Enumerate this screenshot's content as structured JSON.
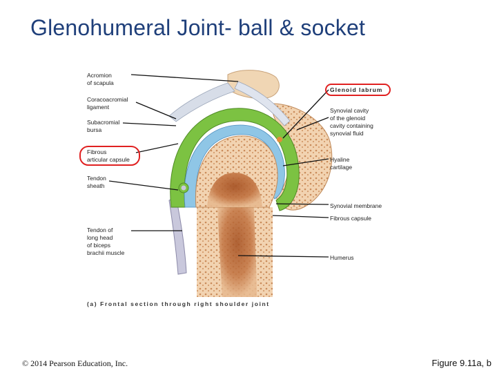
{
  "title": "Glenohumeral Joint- ball & socket",
  "labels": {
    "acromion": "Acromion\nof scapula",
    "coracoacromial": "Coracoacromial\nligament",
    "subacromial": "Subacromial\nbursa",
    "fibrous_articular": "Fibrous\narticular capsule",
    "tendon_sheath": "Tendon\nsheath",
    "tendon_biceps": "Tendon of\nlong head\nof biceps\nbrachii muscle",
    "glenoid_labrum": "Glenoid labrum",
    "synovial_cavity": "Synovial cavity\nof the glenoid\ncavity containing\nsynovial fluid",
    "hyaline": "Hyaline\ncartilage",
    "synovial_membrane": "Synovial membrane",
    "fibrous_capsule": "Fibrous capsule",
    "humerus": "Humerus"
  },
  "caption": "(a) Frontal section through right shoulder joint",
  "copyright": "© 2014 Pearson Education, Inc.",
  "figure_ref": "Figure 9.11a, b",
  "colors": {
    "title": "#1f3f7a",
    "highlight_ring": "#e02020",
    "capsule_green": "#7cc242",
    "cartilage_blue": "#8fc6e6",
    "bone": "#f4dcc0",
    "marrow": "#b5652e"
  }
}
